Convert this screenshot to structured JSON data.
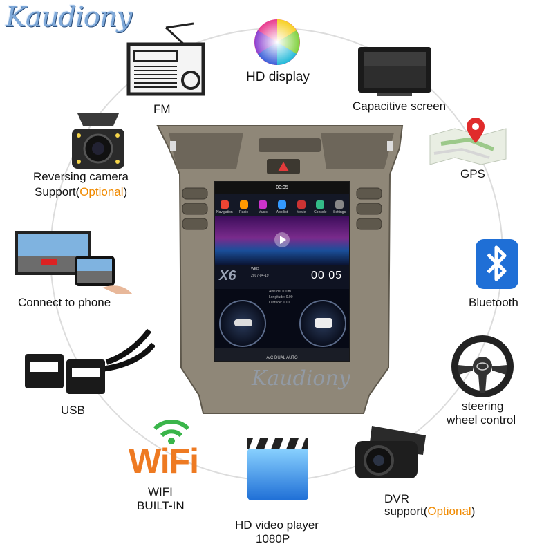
{
  "brand": "Kaudiony",
  "watermark": "Kaudiony",
  "features": {
    "fm": "FM",
    "hd_display": "HD display",
    "capacitive": "Capacitive screen",
    "reversing_line1": "Reversing camera",
    "reversing_line2": "Support(",
    "reversing_optional": "Optional",
    "reversing_close": ")",
    "gps": "GPS",
    "connect_phone": "Connect to phone",
    "bluetooth": "Bluetooth",
    "usb": "USB",
    "steering_line1": "steering",
    "steering_line2": "wheel control",
    "wifi_line1": "WIFI",
    "wifi_line2": "BUILT-IN",
    "wifi_logo": "WiFi",
    "video_line1": "HD video player",
    "video_line2": "1080P",
    "dvr_line1": "DVR",
    "dvr_line2": "support(",
    "dvr_optional": "Optional",
    "dvr_close": ")"
  },
  "screen": {
    "status_time": "00:05",
    "apps": [
      "Navigation",
      "Radio",
      "Music",
      "App list",
      "Movie",
      "Console",
      "Settings"
    ],
    "model": "X6",
    "weekday": "WED",
    "date": "2017-04-19",
    "clock": "00 05",
    "altitude": "Altitude: 0.0 m",
    "longitude": "Longitude: 0.00",
    "latitude": "Latitude: 0.00",
    "bottom_labels": "A/C   DUAL   AUTO"
  },
  "colors": {
    "optional": "#f08a00",
    "bezel": "#8f8778",
    "brand": "#7fa9d9"
  }
}
